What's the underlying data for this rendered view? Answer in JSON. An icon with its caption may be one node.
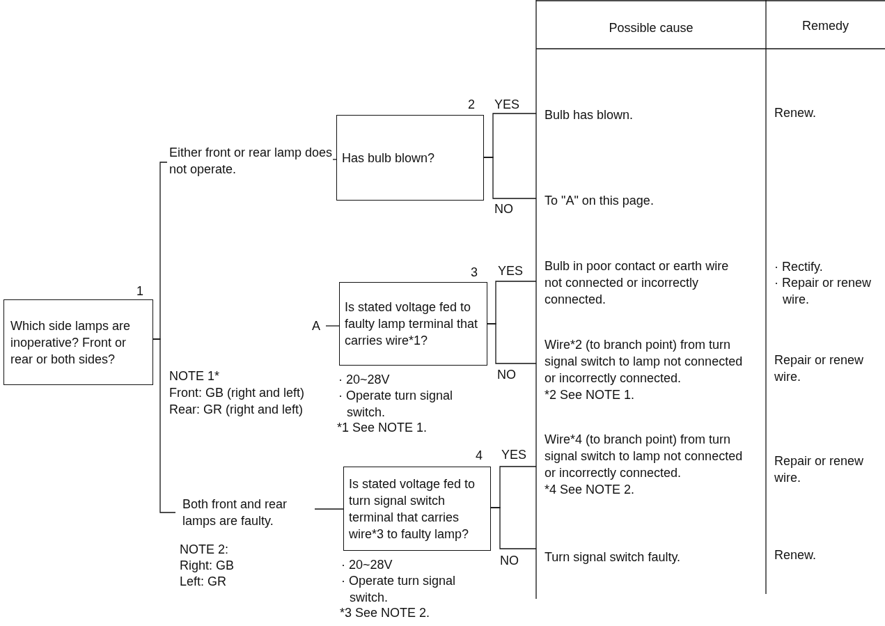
{
  "diagram": {
    "nodes": [
      {
        "text": [
          "Which side lamps are inoperative? Front or rear or both sides?"
        ],
        "beside": [
          "1"
        ]
      },
      {
        "text": [
          "Either front or rear lamp does not operate."
        ]
      },
      {
        "text": [
          "Has bulb blown?"
        ],
        "beside": [
          "2"
        ]
      },
      {
        "text": [
          "A"
        ]
      },
      {
        "text": [
          "Is stated voltage fed to faulty lamp terminal that carries wire*1?"
        ],
        "beside": [
          "3",
          "· 20~28V",
          "· Operate turn signal switch.",
          "*1 See NOTE 1."
        ]
      },
      {
        "text": [
          "Both front and rear lamps are faulty."
        ]
      },
      {
        "text": [
          "Is stated voltage fed to turn signal switch terminal that carries wire*3 to faulty lamp?"
        ],
        "beside": [
          "4",
          "· 20~28V",
          "· Operate turn signal switch.",
          "*3 See NOTE 2."
        ]
      },
      {
        "text": [
          "Bulb has blown."
        ]
      },
      {
        "text": [
          "To \"A\" on this page."
        ]
      },
      {
        "text": [
          "Bulb in poor contact or earth wire not connected or incorrectly connected."
        ]
      },
      {
        "text": [
          "Wire*2 (to branch point) from turn signal switch to lamp not connected or incorrectly connected.",
          "*2 See NOTE 1."
        ]
      },
      {
        "text": [
          "Wire*4 (to branch point) from turn signal switch to lamp not connected or incorrectly connected.",
          "*4 See NOTE 2."
        ]
      },
      {
        "text": [
          "Turn signal switch faulty."
        ]
      }
    ],
    "edges": [
      {
        "from": 0,
        "to": 1,
        "arrow": "none"
      },
      {
        "from": 0,
        "to": 5,
        "arrow": "none"
      },
      {
        "from": 1,
        "to": 2,
        "arrow": "none"
      },
      {
        "from": 3,
        "to": 4,
        "arrow": "none"
      },
      {
        "from": 5,
        "to": 6,
        "arrow": "none"
      },
      {
        "from": 2,
        "to": 7,
        "arrow": "none",
        "label": "YES"
      },
      {
        "from": 2,
        "to": 8,
        "arrow": "none",
        "label": "NO"
      },
      {
        "from": 4,
        "to": 9,
        "arrow": "none",
        "label": "YES"
      },
      {
        "from": 4,
        "to": 10,
        "arrow": "none",
        "label": "NO"
      },
      {
        "from": 6,
        "to": 11,
        "arrow": "none",
        "label": "YES"
      },
      {
        "from": 6,
        "to": 12,
        "arrow": "none",
        "label": "NO"
      }
    ],
    "labels": [
      "Possible cause",
      "Remedy",
      "Renew.",
      "· Rectify.",
      "· Repair or renew wire.",
      "NOTE 1*",
      "Front: GB (right and left)",
      "Rear: GR (right and left)",
      "Repair or renew wire.",
      "Repair or renew wire.",
      "NOTE 2:",
      "Right: GB",
      "Left: GR",
      "Renew."
    ]
  }
}
